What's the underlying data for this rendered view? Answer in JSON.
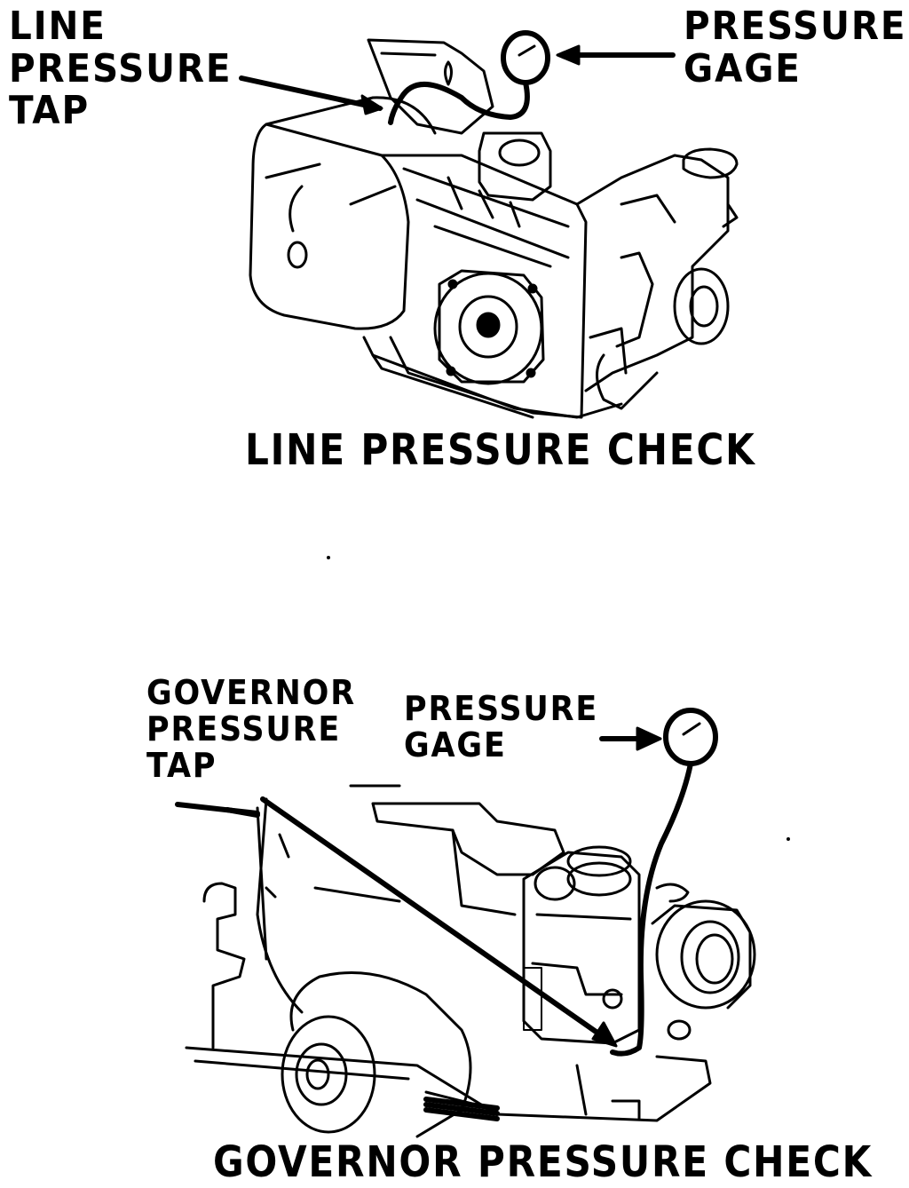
{
  "figure_top": {
    "tap_label": [
      "LINE",
      "PRESSURE",
      "TAP"
    ],
    "gage_label": [
      "PRESSURE",
      "GAGE"
    ],
    "caption": "LINE PRESSURE CHECK"
  },
  "figure_bottom": {
    "tap_label": [
      "GOVERNOR",
      "PRESSURE",
      "TAP"
    ],
    "gage_label": [
      "PRESSURE",
      "GAGE"
    ],
    "caption": "GOVERNOR PRESSURE CHECK"
  }
}
